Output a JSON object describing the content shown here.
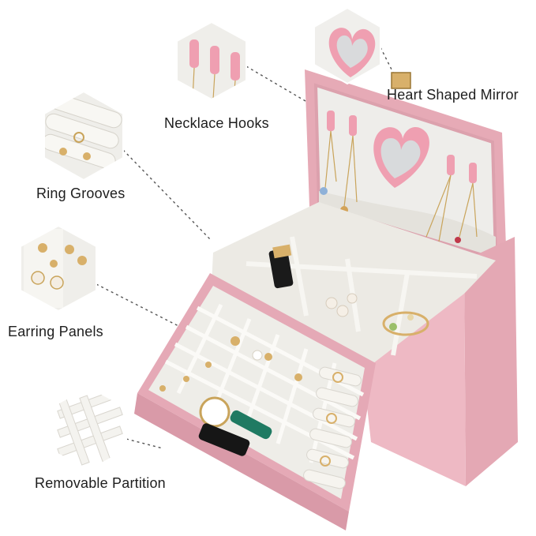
{
  "labels": {
    "necklace_hooks": "Necklace Hooks",
    "heart_mirror": "Heart Shaped Mirror",
    "ring_grooves": "Ring Grooves",
    "earring_panels": "Earring Panels",
    "removable_partition": "Removable Partition"
  },
  "colors": {
    "box_pink": "#e9b4bf",
    "box_pink_dark": "#d99aa8",
    "lining_gray": "#ecebe6",
    "divider_white": "#f6f5f2",
    "background": "#ffffff",
    "gold": "#d8b06a"
  }
}
